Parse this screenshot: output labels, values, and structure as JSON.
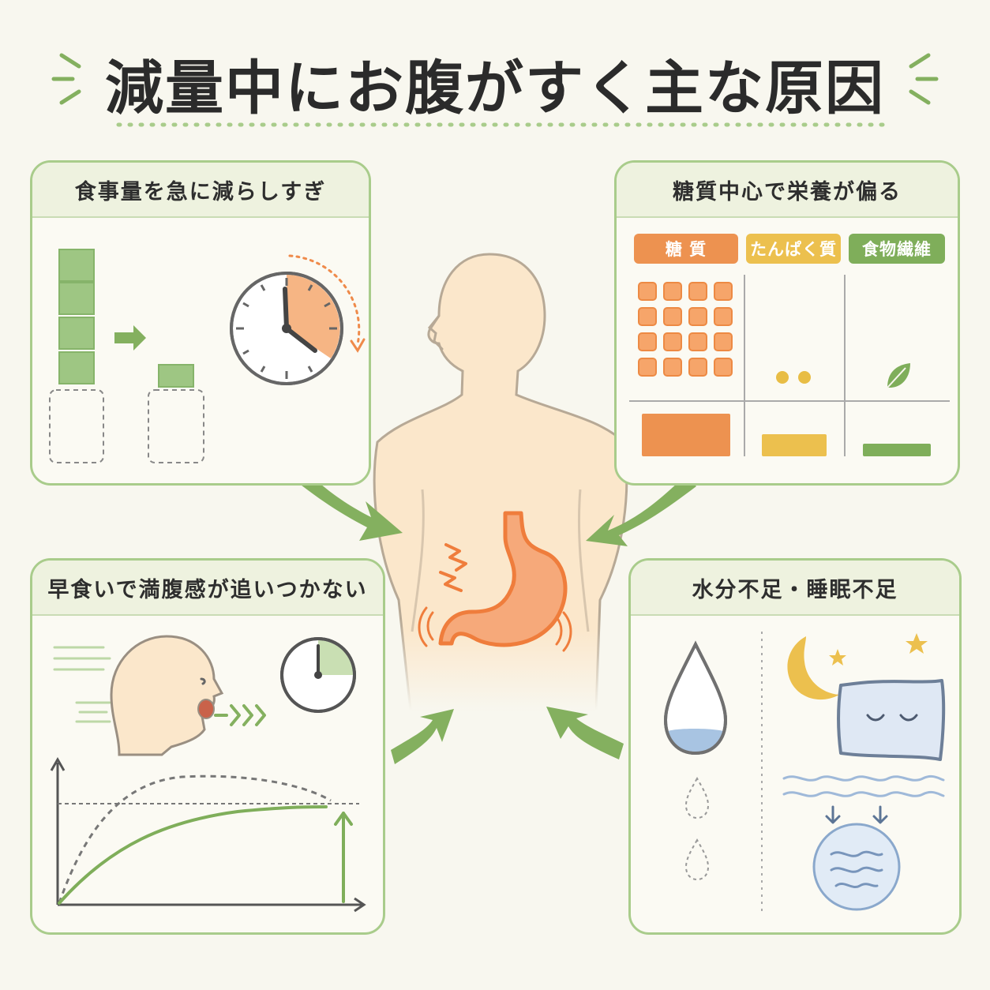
{
  "title": "減量中にお腹がすく主な原因",
  "colors": {
    "accent_green": "#7fae5a",
    "panel_border": "#a9cc8b",
    "panel_header_bg": "#eef2df",
    "body_skin": "#fbe7cb",
    "stomach_orange": "#ef8a4a",
    "carb_orange": "#ed9250",
    "protein_yellow": "#ecc04e",
    "fiber_green": "#7fae5a",
    "water_blue": "#a8c4e2"
  },
  "panels": {
    "top_left": {
      "heading": "食事量を急に減らしすぎ"
    },
    "top_right": {
      "heading": "糖質中心で栄養が偏る",
      "tags": [
        "糖 質",
        "たんぱく質",
        "食物繊維"
      ]
    },
    "bottom_left": {
      "heading": "早食いで満腹感が追いつかない"
    },
    "bottom_right": {
      "heading": "水分不足・睡眠不足"
    }
  },
  "icons": [
    "clock-icon",
    "stomach-icon",
    "human-silhouette-icon",
    "face-eating-icon",
    "water-drop-icon",
    "moon-icon",
    "star-icon",
    "pillow-icon",
    "leaf-icon",
    "arrow-icon"
  ]
}
